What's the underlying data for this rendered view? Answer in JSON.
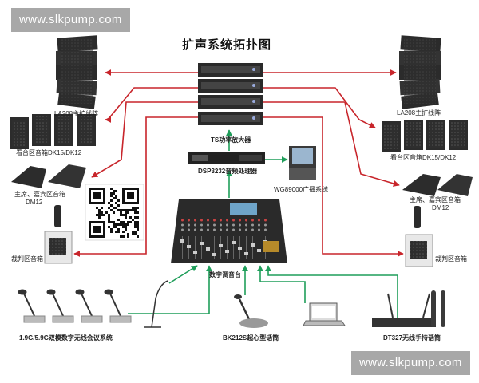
{
  "watermark": {
    "top": "www.slkpump.com",
    "bottom": "www.slkpump.com"
  },
  "title": "扩声系统拓扑图",
  "labels": {
    "la208_left": "LA208主扩线阵",
    "la208_right": "LA208主扩线阵",
    "stand_left": "看台区音箱DK15/DK12",
    "stand_right": "看台区音箱DK15/DK12",
    "main_left_1": "主席、嘉宾区音箱",
    "main_left_2": "DM12",
    "main_right_1": "主席、嘉宾区音箱",
    "main_right_2": "DM12",
    "amp": "TS功率放大器",
    "dsp": "DSP3232音频处理器",
    "broadcast": "WG89000广播系统",
    "referee_left": "裁判区音箱",
    "referee_right": "裁判区音箱",
    "mixer": "数字调音台",
    "conference": "1.9G/5.9G双模数字无线会议系统",
    "gooseneck": "BK212S超心型话筒",
    "wireless": "DT327无线手持话筒"
  },
  "colors": {
    "red_line": "#c8252b",
    "green_line": "#1f9e5a",
    "device_dark": "#2a2a2a"
  }
}
